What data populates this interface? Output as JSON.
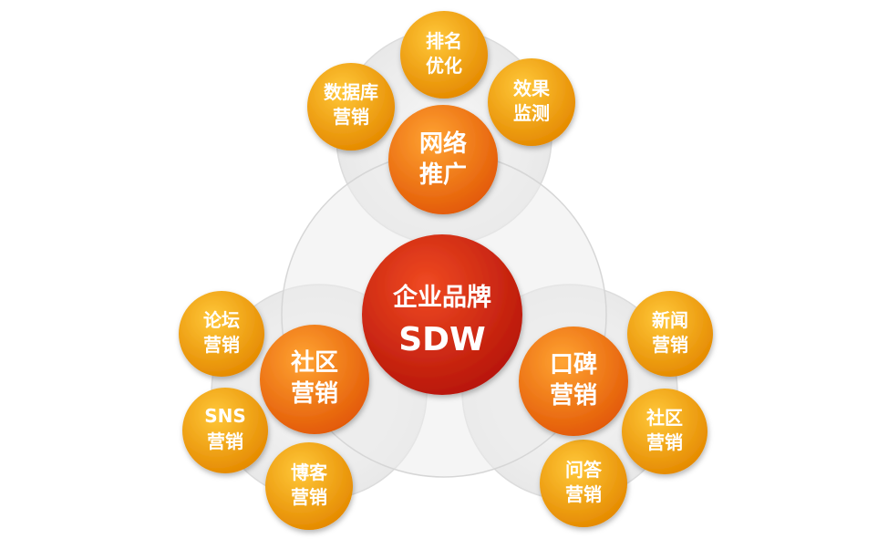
{
  "center": {
    "line1": "企业品牌",
    "line2": "SDW"
  },
  "hubs": {
    "top": {
      "line1": "网络",
      "line2": "推广"
    },
    "left": {
      "line1": "社区",
      "line2": "营销"
    },
    "right": {
      "line1": "口碑",
      "line2": "营销"
    }
  },
  "satellites": {
    "top_left": {
      "line1": "数据库",
      "line2": "营销"
    },
    "top_center": {
      "line1": "排名",
      "line2": "优化"
    },
    "top_right": {
      "line1": "效果",
      "line2": "监测"
    },
    "left_top": {
      "line1": "论坛",
      "line2": "营销"
    },
    "left_mid": {
      "line1": "SNS",
      "line2": "营销"
    },
    "left_bottom": {
      "line1": "博客",
      "line2": "营销"
    },
    "right_top": {
      "line1": "新闻",
      "line2": "营销"
    },
    "right_mid": {
      "line1": "社区",
      "line2": "营销"
    },
    "right_bottom": {
      "line1": "问答",
      "line2": "营销"
    }
  },
  "colors": {
    "center_dark": "#b8160a",
    "center_light": "#f04a22",
    "hub_dark": "#e35a06",
    "hub_light": "#ffa433",
    "satellite_dark": "#e58a00",
    "satellite_light": "#ffc83a",
    "ring_fill": "#ececec",
    "ring_stroke": "#d7d7d7",
    "text": "#ffffff"
  }
}
